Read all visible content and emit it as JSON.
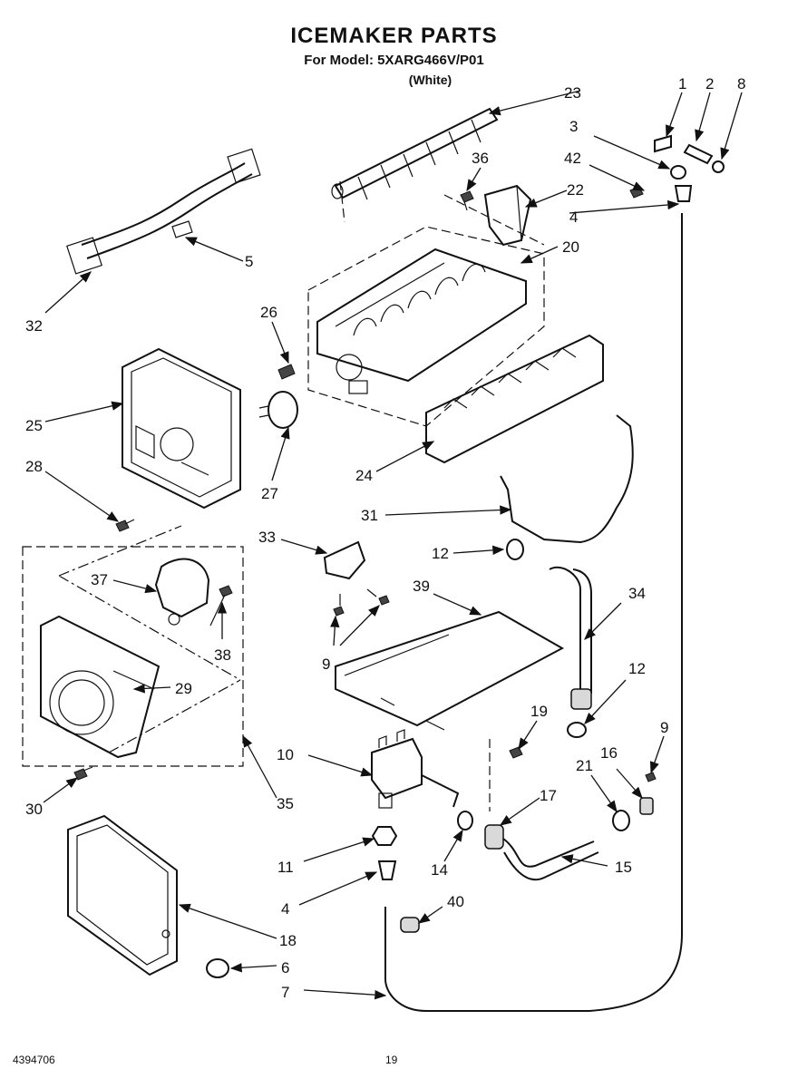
{
  "header": {
    "title": "ICEMAKER PARTS",
    "model_line": "For Model: 5XARG466V/P01",
    "color_line": "(White)"
  },
  "footer": {
    "doc_number": "4394706",
    "page_number": "19"
  },
  "callouts": {
    "p1": "1",
    "p2": "2",
    "p8": "8",
    "p3": "3",
    "p23": "23",
    "p36": "36",
    "p42": "42",
    "p22": "22",
    "p4a": "4",
    "p20": "20",
    "p5": "5",
    "p32": "32",
    "p26": "26",
    "p25": "25",
    "p27": "27",
    "p24": "24",
    "p28": "28",
    "p31": "31",
    "p33": "33",
    "p12a": "12",
    "p39": "39",
    "p34": "34",
    "p37": "37",
    "p38": "38",
    "p9a": "9",
    "p29": "29",
    "p12b": "12",
    "p19": "19",
    "p9b": "9",
    "p10": "10",
    "p16": "16",
    "p21": "21",
    "p17": "17",
    "p30": "30",
    "p35": "35",
    "p11": "11",
    "p14": "14",
    "p15": "15",
    "p4b": "4",
    "p40": "40",
    "p18": "18",
    "p6": "6",
    "p7": "7"
  }
}
